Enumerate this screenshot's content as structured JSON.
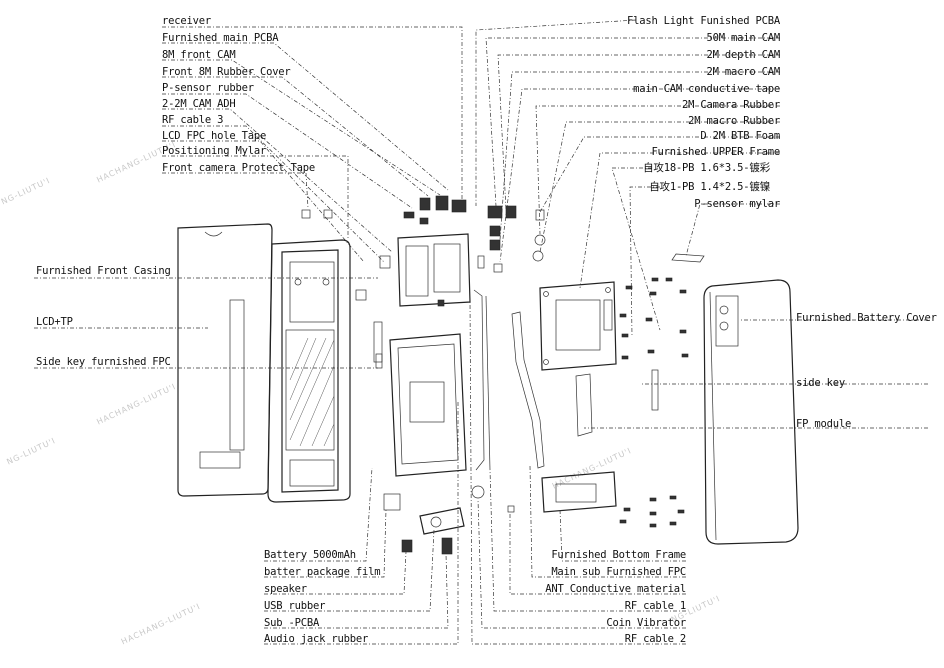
{
  "labels_top_left": [
    "receiver",
    "Furnished main PCBA",
    "8M front CAM",
    "Front 8M Rubber Cover",
    "P-sensor rubber",
    "2-2M CAM ADH",
    "RF cable 3",
    "LCD FPC hole Tape",
    "Positioning  Mylar",
    "Front camera Protect Tape"
  ],
  "labels_top_right": [
    "Flash Light Funished PCBA",
    "50M main CAM",
    "2M depth CAM",
    "2M macro CAM",
    "main CAM conductive tape",
    "2M Camera Rubber",
    "2M macro Rubber",
    "D 2M BTB Foam",
    "Furnished UPPER Frame",
    "自攻18-PB 1.6*3.5-镀彩",
    "自攻1-PB 1.4*2.5-镀镍",
    "P-sensor mylar"
  ],
  "labels_left_side": [
    "Furnished Front Casing",
    "LCD+TP",
    "Side key furnished FPC"
  ],
  "labels_right_side": [
    "Furnished Battery Cover",
    "side key",
    "FP module"
  ],
  "labels_bottom_left": [
    "Battery 5000mAh",
    "batter package film",
    "speaker",
    "USB rubber",
    "Sub -PCBA",
    "Audio jack rubber"
  ],
  "labels_bottom_right": [
    "Furnished Bottom Frame",
    "Main sub Furnished FPC",
    "ANT Conductive material",
    "RF cable 1",
    "Coin Vibrator",
    "RF cable 2"
  ],
  "watermarks": [
    "NG-LIUTU'I",
    "HACHANG-LIUTU'I",
    "NG-LIUTU'I",
    "HACHANG-LIUTU'I",
    "HACHANG-LIUTU'I",
    "HACHANG-LIUTU'I",
    "NG-LIUTU'I"
  ]
}
